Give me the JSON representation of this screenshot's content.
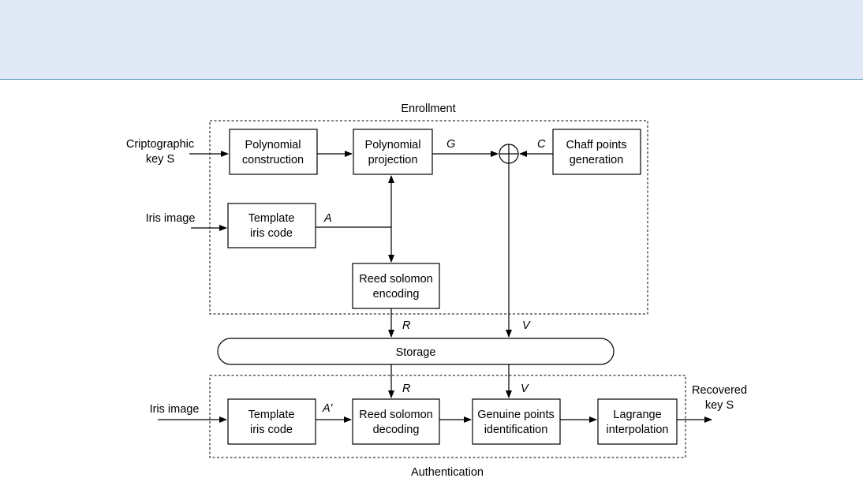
{
  "sections": {
    "enrollment": "Enrollment",
    "authentication": "Authentication"
  },
  "inputs": {
    "key_line1": "Criptographic",
    "key_line2": "key S",
    "iris_enroll": "Iris image",
    "iris_auth": "Iris image"
  },
  "boxes": {
    "poly_construction": [
      "Polynomial",
      "construction"
    ],
    "poly_projection": [
      "Polynomial",
      "projection"
    ],
    "chaff": [
      "Chaff points",
      "generation"
    ],
    "template_enroll": [
      "Template",
      "iris code"
    ],
    "rs_encoding": [
      "Reed solomon",
      "encoding"
    ],
    "storage": "Storage",
    "template_auth": [
      "Template",
      "iris code"
    ],
    "rs_decoding": [
      "Reed solomon",
      "decoding"
    ],
    "genuine": [
      "Genuine points",
      "identification"
    ],
    "lagrange": [
      "Lagrange",
      "interpolation"
    ]
  },
  "signals": {
    "G": "G",
    "C": "C",
    "A": "A",
    "R_enroll": "R",
    "V_enroll": "V",
    "R_auth": "R",
    "V_auth": "V",
    "A_prime": "A′"
  },
  "outputs": {
    "recovered_line1": "Recovered",
    "recovered_line2": "key S"
  },
  "xor_symbol": "+"
}
